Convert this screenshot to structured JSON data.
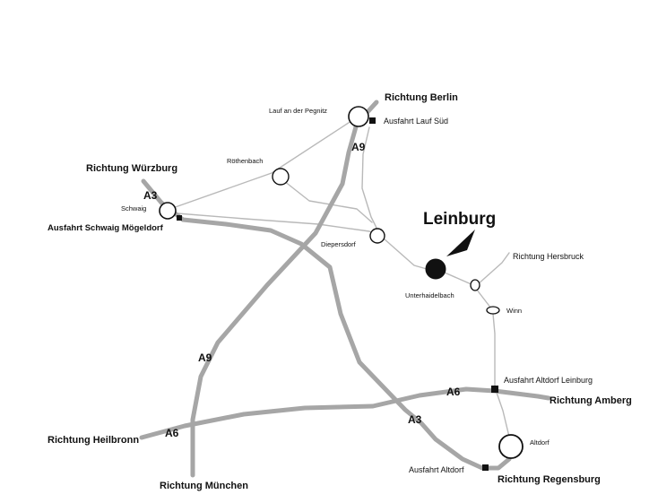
{
  "map": {
    "highlight_place": "Leinburg",
    "highways": {
      "a3_north": "A3",
      "a3_south": "A3",
      "a6_west": "A6",
      "a6_east": "A6",
      "a9_north": "A9",
      "a9_south": "A9"
    },
    "directions": {
      "berlin": "Richtung Berlin",
      "wuerzburg": "Richtung Würzburg",
      "hersbruck": "Richtung Hersbruck",
      "amberg": "Richtung Amberg",
      "heilbronn": "Richtung Heilbronn",
      "muenchen": "Richtung München",
      "regensburg": "Richtung Regensburg"
    },
    "exits": {
      "lauf_sued": "Ausfahrt Lauf Süd",
      "schwaig": "Ausfahrt Schwaig Mögeldorf",
      "altdorf_leinburg": "Ausfahrt Altdorf Leinburg",
      "altdorf": "Ausfahrt Altdorf"
    },
    "towns": {
      "lauf": "Lauf an der Pegnitz",
      "roethenbach": "Röthenbach",
      "schwaig": "Schwaig",
      "diepersdorf": "Diepersdorf",
      "unterhaidelbach": "Unterhaidelbach",
      "winn": "Winn",
      "altdorf": "Altdorf"
    },
    "colors": {
      "motorway": "#a6a6a6",
      "minor_road": "#b9b9b9",
      "marker": "#111111"
    }
  }
}
